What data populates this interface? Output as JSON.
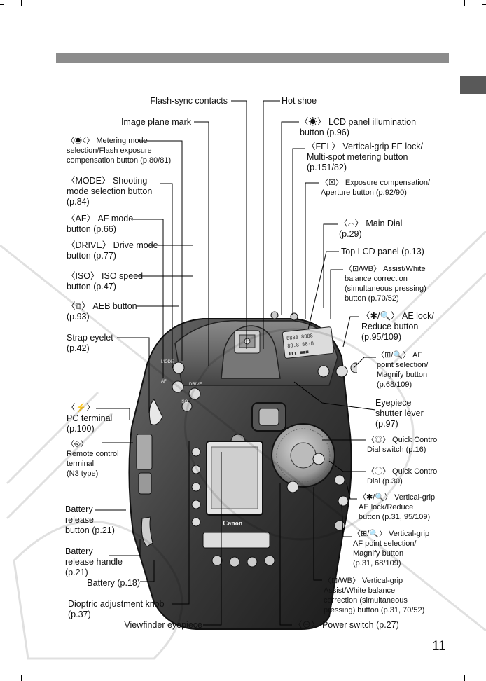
{
  "page": {
    "number": "11"
  },
  "labels": {
    "flash_sync": "Flash-sync contacts",
    "hot_shoe": "Hot shoe",
    "image_plane": "Image plane mark",
    "lcd_illum_1": "〈☀〉 LCD panel illumination",
    "lcd_illum_2": "button (p.96)",
    "metering_1": "〈◉☇〉 Metering mode",
    "metering_2": "selection/Flash exposure",
    "metering_3": "compensation button (p.80/81)",
    "fel_1": "〈FEL〉 Vertical-grip FE lock/",
    "fel_2": "Multi-spot metering button",
    "fel_3": "(p.151/82)",
    "mode_1": "〈MODE〉 Shooting",
    "mode_2": "mode selection button",
    "mode_3": "(p.84)",
    "expcomp_1": "〈☒〉 Exposure compensation/",
    "expcomp_2": "Aperture button (p.92/90)",
    "af_1": "〈AF〉 AF mode",
    "af_2": "button (p.66)",
    "main_dial_1": "〈⌓〉 Main Dial",
    "main_dial_2": "(p.29)",
    "drive_1": "〈DRIVE〉 Drive mode",
    "drive_2": "button (p.77)",
    "top_lcd": "Top LCD panel (p.13)",
    "iso_1": "〈ISO〉 ISO speed",
    "iso_2": "button (p.47)",
    "assist_1": "〈⊡/WB〉 Assist/White",
    "assist_2": "balance correction",
    "assist_3": "(simultaneous pressing)",
    "assist_4": "button (p.70/52)",
    "aeb_1": "〈⧉〉 AEB button",
    "aeb_2": "(p.93)",
    "aelock_1": "〈✱/🔍〉 AE lock/",
    "aelock_2": "Reduce button",
    "aelock_3": "(p.95/109)",
    "strap_1": "Strap eyelet",
    "strap_2": "(p.42)",
    "afpoint_1": "〈⊞/🔍〉 AF",
    "afpoint_2": "point selection/",
    "afpoint_3": "Magnify button",
    "afpoint_4": "(p.68/109)",
    "pc_1": "〈⚡〉",
    "pc_2": "PC terminal",
    "pc_3": "(p.100)",
    "eyepiece_shutter_1": "Eyepiece",
    "eyepiece_shutter_2": "shutter lever",
    "eyepiece_shutter_3": "(p.97)",
    "qc_switch_1": "〈◎〉 Quick Control",
    "qc_switch_2": "Dial switch (p.16)",
    "remote_1": "〈⎆〉",
    "remote_2": "Remote control",
    "remote_3": "terminal",
    "remote_4": "(N3 type)",
    "qc_dial_1": "〈◯〉 Quick Control",
    "qc_dial_2": "Dial (p.30)",
    "vg_aelock_1": "〈✱/🔍〉 Vertical-grip",
    "vg_aelock_2": "AE lock/Reduce",
    "vg_aelock_3": "button (p.31, 95/109)",
    "batt_rel_1": "Battery",
    "batt_rel_2": "release",
    "batt_rel_3": "button (p.21)",
    "vg_afpoint_1": "〈⊞/🔍〉 Vertical-grip",
    "vg_afpoint_2": "AF point selection/",
    "vg_afpoint_3": "Magnify button",
    "vg_afpoint_4": "(p.31, 68/109)",
    "batt_handle_1": "Battery",
    "batt_handle_2": "release handle",
    "batt_handle_3": "(p.21)",
    "battery": "Battery (p.18)",
    "vg_assist_1": "〈⊡/WB〉 Vertical-grip",
    "vg_assist_2": "Assist/White balance",
    "vg_assist_3": "correction (simultaneous",
    "vg_assist_4": "pressing) button (p.31, 70/52)",
    "dioptric_1": "Dioptric adjustment knob",
    "dioptric_2": "(p.37)",
    "viewfinder": "Viewfinder eyepiece",
    "power": "〈⊖〉 Power switch (p.27)"
  },
  "camera_marks": {
    "brand": "Canon",
    "mode_btn": "MODE",
    "af_btn": "AF",
    "drive_btn": "DRIVE",
    "iso_btn": "ISO"
  },
  "colors": {
    "header_bar": "#8c8c8c",
    "side_tab": "#595959",
    "watermark": "#000000"
  }
}
